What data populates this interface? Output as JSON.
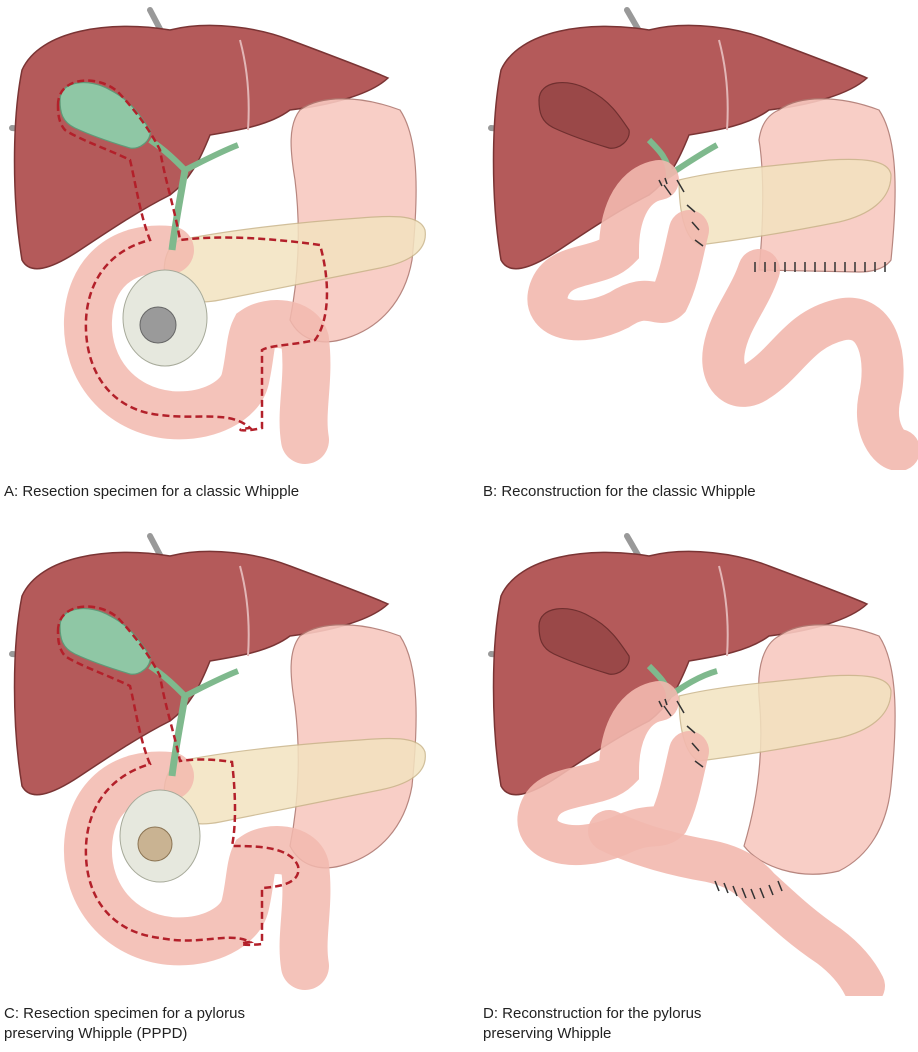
{
  "panels": [
    {
      "id": "A",
      "caption_lines": [
        "A: Resection specimen for a classic Whipple"
      ]
    },
    {
      "id": "B",
      "caption_lines": [
        "B: Reconstruction for the classic Whipple"
      ]
    },
    {
      "id": "C",
      "caption_lines": [
        "C: Resection specimen for a pylorus",
        "preserving Whipple (PPPD)"
      ]
    },
    {
      "id": "D",
      "caption_lines": [
        "D: Reconstruction for the pylorus",
        "preserving Whipple"
      ]
    }
  ],
  "colors": {
    "liver": "#b45a5a",
    "liver_edge": "#7a3434",
    "gallbladder": "#8fc7a5",
    "bile_duct": "#7fb98d",
    "stomach": "#f8c9c0",
    "pancreas": "#f3e3c0",
    "bowel": "#f7cfc8",
    "resection_line": "#b3202a",
    "tumor": "#9a9a9a",
    "suture": "#333333"
  }
}
